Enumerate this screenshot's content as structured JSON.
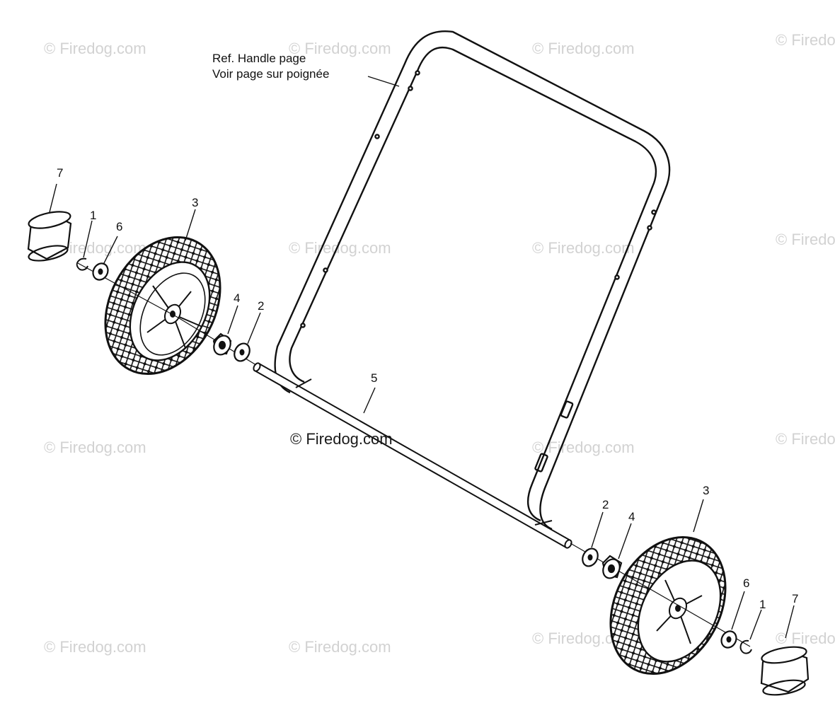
{
  "reference_note": {
    "line1": "Ref. Handle page",
    "line2": "Voir page sur poignée"
  },
  "watermark": {
    "text": "© Firedog.com",
    "center_text": "© Firedog.com"
  },
  "callouts": {
    "left_7": "7",
    "left_1": "1",
    "left_6": "6",
    "left_3": "3",
    "left_4": "4",
    "left_2": "2",
    "axle_5": "5",
    "right_2": "2",
    "right_4": "4",
    "right_3": "3",
    "right_6": "6",
    "right_1": "1",
    "right_7": "7"
  },
  "colors": {
    "line": "#111111",
    "watermark": "#d2d2d2"
  }
}
